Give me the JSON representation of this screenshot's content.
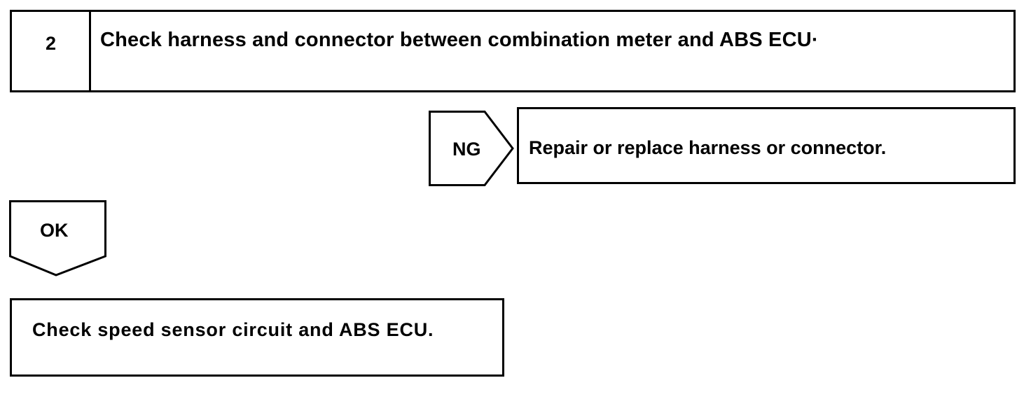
{
  "step": {
    "number": "2",
    "title": "Check harness and connector between combination meter and ABS ECU·"
  },
  "ng_branch": {
    "label": "NG",
    "action": "Repair or replace harness or connector."
  },
  "ok_branch": {
    "label": "OK",
    "action": "Check speed sensor circuit and ABS ECU."
  }
}
